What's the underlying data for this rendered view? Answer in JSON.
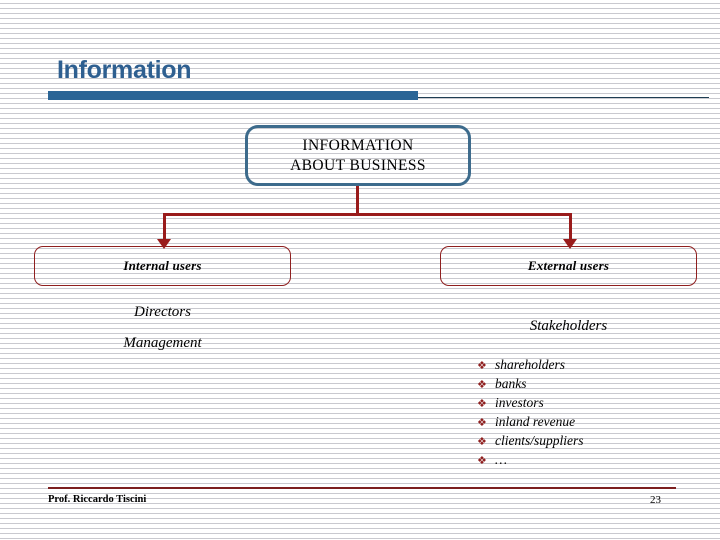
{
  "slide": {
    "title": "Information",
    "top_box": {
      "line1": "INFORMATION",
      "line2": "ABOUT BUSINESS"
    },
    "branches": {
      "internal": {
        "box_label": "Internal users",
        "items": [
          "Directors",
          "Management"
        ]
      },
      "external": {
        "box_label": "External users",
        "heading": "Stakeholders",
        "bullet_glyph": "❖",
        "items": [
          "shareholders",
          "banks",
          "investors",
          "inland revenue",
          "clients/suppliers",
          "…"
        ]
      }
    },
    "footer": {
      "author": "Prof. Riccardo Tiscini",
      "page_number": "23"
    },
    "colors": {
      "title_blue": "#2e5f90",
      "title_bar_blue": "#2b6596",
      "top_box_border": "#3d6b8c",
      "connector_red": "#991b1b",
      "user_box_border": "#8f1f1f",
      "bullet_red": "#8f1f1f",
      "footer_rule_red": "#7c1f1f",
      "background": "#ffffff",
      "stripe": "#c9c9cf"
    }
  }
}
